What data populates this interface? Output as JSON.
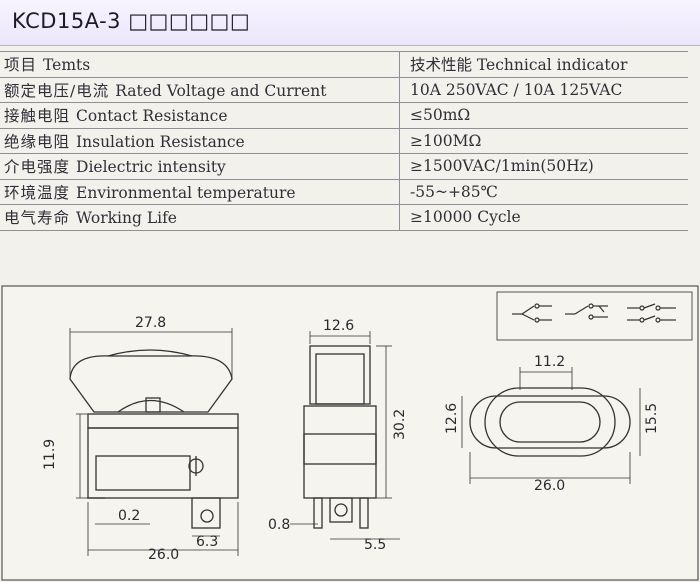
{
  "title": "KCD15A-3 □□□□□□",
  "spec_table": {
    "rows": [
      {
        "cn": "项目",
        "en": "Temts",
        "value": "技术性能 Technical indicator"
      },
      {
        "cn": "额定电压/电流",
        "en": "Rated Voltage and Current",
        "value": "10A  250VAC / 10A 125VAC"
      },
      {
        "cn": "接触电阻",
        "en": "Contact Resistance",
        "value": "≤50mΩ"
      },
      {
        "cn": "绝缘电阻",
        "en": "Insulation Resistance",
        "value": "≥100MΩ"
      },
      {
        "cn": "介电强度",
        "en": "Dielectric intensity",
        "value": "≥1500VAC/1min(50Hz)"
      },
      {
        "cn": "环境温度",
        "en": "Environmental  temperature",
        "value": "-55~+85℃"
      },
      {
        "cn": "电气寿命",
        "en": "Working Life",
        "value": "≥10000  Cycle"
      }
    ]
  },
  "drawing": {
    "front": {
      "width_top": "27.8",
      "height": "11.9",
      "offset": "0.2",
      "pin": "6.3",
      "width_bottom": "26.0"
    },
    "side": {
      "width": "12.6",
      "height": "30.2",
      "pin_thick": "0.8",
      "pin_space": "5.5"
    },
    "top": {
      "inner": "11.2",
      "left_h": "12.6",
      "right_h": "15.5",
      "width": "26.0"
    },
    "schematic_icons": [
      "spdt-switch-icon",
      "dpst-switch-icon",
      "double-switch-icon"
    ]
  }
}
